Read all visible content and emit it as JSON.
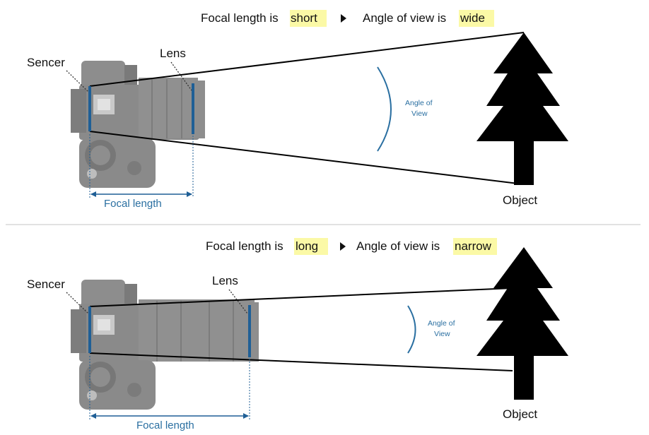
{
  "top": {
    "header": {
      "prefix": "Focal length is ",
      "value": "short",
      "arrow_icon": "triangle-right",
      "suffix": "Angle of view is ",
      "result": "wide"
    },
    "sensor_label": "Sencer",
    "lens_label": "Lens",
    "focal_label": "Focal length",
    "angle_label_line1": "Angle of",
    "angle_label_line2": "View",
    "object_label": "Object"
  },
  "bottom": {
    "header": {
      "prefix": "Focal length is ",
      "value": "long",
      "arrow_icon": "triangle-right",
      "suffix": "Angle of view is ",
      "result": "narrow"
    },
    "sensor_label": "Sencer",
    "lens_label": "Lens",
    "focal_label": "Focal length",
    "angle_label_line1": "Angle of",
    "angle_label_line2": "View",
    "object_label": "Object"
  },
  "colors": {
    "highlight": "#fbf9a6",
    "accent_blue": "#1f5f96",
    "label_blue": "#2a6fa1",
    "camera_gray": "#8d8d8d",
    "camera_dark": "#6f6f6f",
    "divider": "#d9d9d9",
    "tree": "#000000"
  }
}
